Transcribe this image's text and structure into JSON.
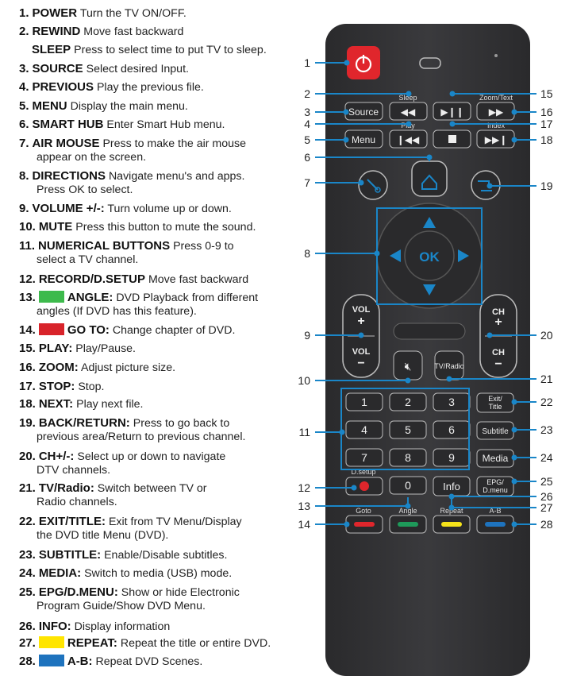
{
  "items": [
    {
      "num": "1.",
      "title": "POWER",
      "desc": "Turn the TV ON/OFF."
    },
    {
      "num": "2.",
      "title": "REWIND",
      "desc": "Move fast backward"
    },
    {
      "num": "",
      "title": "SLEEP",
      "desc": "Press to select time to put TV to sleep."
    },
    {
      "num": "3.",
      "title": "SOURCE",
      "desc": "Select desired Input."
    },
    {
      "num": "4.",
      "title": "PREVIOUS",
      "desc": "Play the previous file."
    },
    {
      "num": "5.",
      "title": "MENU",
      "desc": "Display the main menu."
    },
    {
      "num": "6.",
      "title": "SMART HUB",
      "desc": "Enter Smart Hub menu."
    },
    {
      "num": "7.",
      "title": "AIR MOUSE",
      "desc": "Press to make the air mouse",
      "desc2": "appear on the screen."
    },
    {
      "num": "8.",
      "title": "DIRECTIONS",
      "desc": "Navigate menu's and apps.",
      "desc2": "Press OK to select."
    },
    {
      "num": "9.",
      "title": "VOLUME +/-:",
      "desc": "Turn volume up or down."
    },
    {
      "num": "10.",
      "title": "MUTE",
      "desc": "Press this button to mute the sound."
    },
    {
      "num": "11.",
      "title": "NUMERICAL BUTTONS",
      "desc": "Press 0-9 to",
      "desc2": "select a TV channel."
    },
    {
      "num": "12.",
      "title": "RECORD/D.SETUP",
      "desc": "Move fast backward"
    },
    {
      "num": "13.",
      "title": "ANGLE:",
      "desc": "DVD Playback from different",
      "desc2": "angles (If DVD has this feature).",
      "swatch": "#3dba4c"
    },
    {
      "num": "14.",
      "title": "GO TO:",
      "desc": "Change chapter of DVD.",
      "swatch": "#d8232a"
    },
    {
      "num": "15.",
      "title": "PLAY:",
      "desc": "Play/Pause."
    },
    {
      "num": "16.",
      "title": "ZOOM:",
      "desc": "Adjust picture size."
    },
    {
      "num": "17.",
      "title": "STOP:",
      "desc": "Stop."
    },
    {
      "num": "18.",
      "title": "NEXT:",
      "desc": "Play next file."
    },
    {
      "num": "19.",
      "title": "BACK/RETURN:",
      "desc": "Press to go back to",
      "desc2": "previous area/Return to previous channel."
    },
    {
      "num": "20.",
      "title": "CH+/-:",
      "desc": "Select up or down to navigate",
      "desc2": "DTV channels."
    },
    {
      "num": "21.",
      "title": "TV/Radio:",
      "desc": "Switch between TV or",
      "desc2": "Radio channels."
    },
    {
      "num": "22.",
      "title": "EXIT/TITLE:",
      "desc": "Exit from TV Menu/Display",
      "desc2": "the DVD title Menu (DVD)."
    },
    {
      "num": "23.",
      "title": "SUBTITLE:",
      "desc": "Enable/Disable subtitles."
    },
    {
      "num": "24.",
      "title": "MEDIA:",
      "desc": "Switch to media (USB) mode."
    },
    {
      "num": "25.",
      "title": "EPG/D.MENU:",
      "desc": "Show or hide Electronic",
      "desc2": "Program Guide/Show DVD Menu."
    },
    {
      "num": "26.",
      "title": "INFO:",
      "desc": "Display information"
    },
    {
      "num": "27.",
      "title": "REPEAT:",
      "desc": "Repeat the title or entire DVD.",
      "swatch": "#ffe500"
    },
    {
      "num": "28.",
      "title": "A-B:",
      "desc": "Repeat DVD Scenes.",
      "swatch": "#1e73be"
    }
  ],
  "remote": {
    "labels": {
      "sleep": "Sleep",
      "zoom_text": "Zoom/Text",
      "play": "Play",
      "index": "Index",
      "source": "Source",
      "menu": "Menu",
      "ok": "OK",
      "vol": "VOL",
      "vol_plus": "+",
      "vol_minus": "−",
      "ch": "CH",
      "ch_plus": "+",
      "ch_minus": "−",
      "tv_radio": "TV/Radio",
      "exit": "Exit/",
      "title": "Title",
      "subtitle": "Subtitle",
      "media": "Media",
      "epg": "EPG/",
      "dmenu": "D.menu",
      "info": "Info",
      "dsetup": "D.setup",
      "goto": "Goto",
      "angle": "Angle",
      "repeat": "Repeat",
      "ab": "A-B",
      "digits": [
        "1",
        "2",
        "3",
        "4",
        "5",
        "6",
        "7",
        "8",
        "9",
        "0"
      ]
    },
    "callouts_left": [
      "1",
      "2",
      "3",
      "4",
      "5",
      "6",
      "7",
      "8",
      "9",
      "10",
      "11",
      "12",
      "13",
      "14"
    ],
    "callouts_right": [
      "15",
      "16",
      "17",
      "18",
      "19",
      "20",
      "21",
      "22",
      "23",
      "24",
      "25",
      "26",
      "27",
      "28"
    ]
  },
  "colors": {
    "remote_body": "#333335",
    "button": "#2a2a2c",
    "callout": "#1a86c8",
    "power": "#e0262c",
    "green": "#1e9a5a",
    "red": "#e0262c",
    "yellow": "#f5e31a",
    "blue": "#1e73be"
  }
}
